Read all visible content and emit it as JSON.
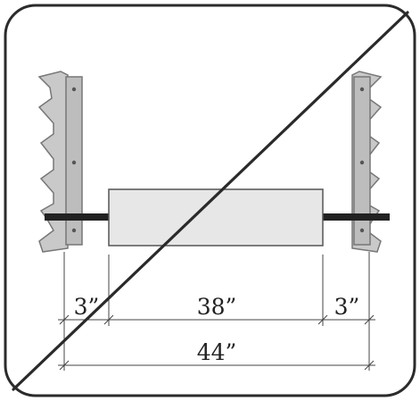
{
  "diagram": {
    "dimensions": {
      "left_overhang": "3”",
      "span": "38”",
      "right_overhang": "3”",
      "total": "44”"
    },
    "colors": {
      "frame": "#2b2b2b",
      "bracket_fill": "#c9c9c9",
      "bracket_stroke": "#777777",
      "bar": "#222222",
      "slab_fill": "#e7e7e7",
      "slab_stroke": "#555555",
      "dim_line": "#444444",
      "prohibition_line": "#2a2a2a"
    },
    "icon": "prohibited-slash"
  }
}
